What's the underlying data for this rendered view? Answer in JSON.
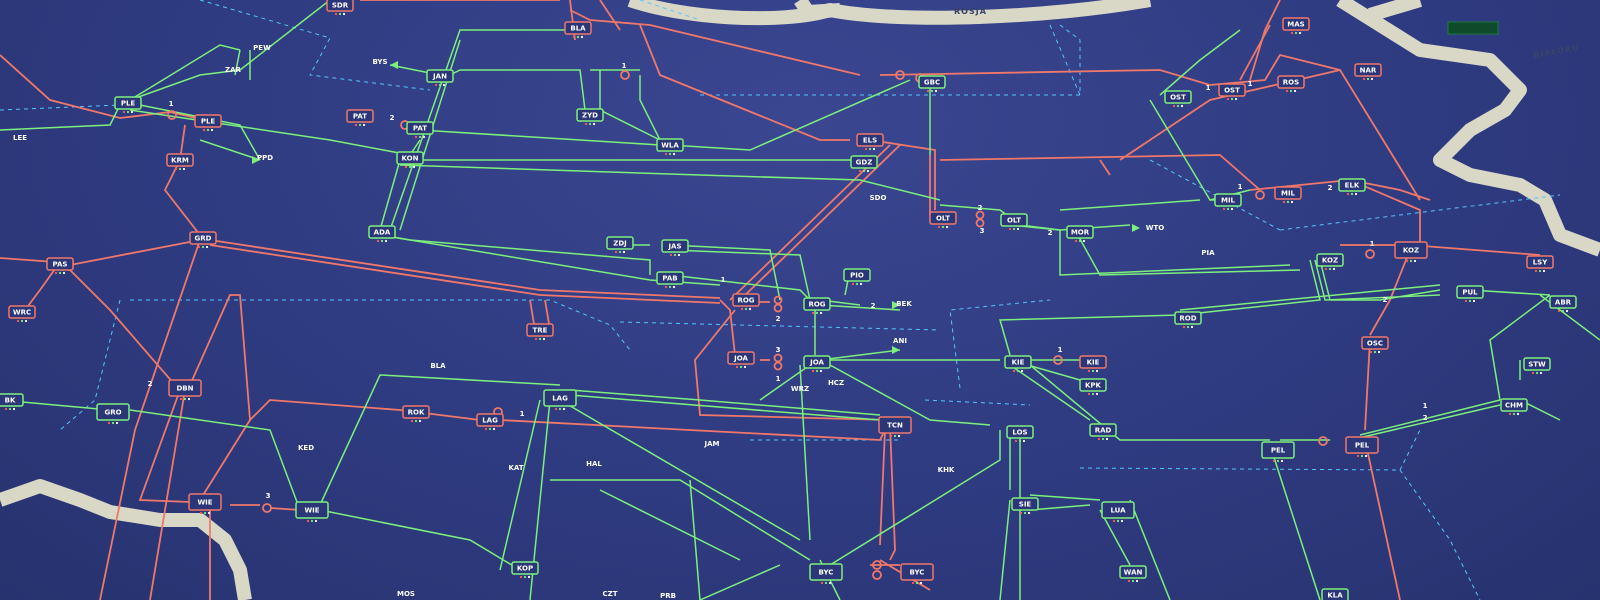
{
  "countries": {
    "russia": "ROSJA",
    "belarus": "BIAŁORU"
  },
  "colors": {
    "line_400kv": "#f0786a",
    "line_220kv": "#7cf07c",
    "dashed": "#4fc8ff",
    "border": "#d9d7c6",
    "background": "#2f3b80"
  },
  "substations": [
    {
      "id": "sdr",
      "label": "SDR",
      "color": "red"
    },
    {
      "id": "ple-w",
      "label": "PLE",
      "color": "grn"
    },
    {
      "id": "ple-e",
      "label": "PLE",
      "color": "red"
    },
    {
      "id": "krm",
      "label": "KRM",
      "color": "red"
    },
    {
      "id": "grd",
      "label": "GRD",
      "color": "red"
    },
    {
      "id": "pas",
      "label": "PAS",
      "color": "red"
    },
    {
      "id": "wrc",
      "label": "WRC",
      "color": "red"
    },
    {
      "id": "dbn",
      "label": "DBN",
      "color": "red"
    },
    {
      "id": "gro",
      "label": "GRO",
      "color": "grn"
    },
    {
      "id": "wie-w",
      "label": "WIE",
      "color": "red"
    },
    {
      "id": "wie-e",
      "label": "WIE",
      "color": "grn"
    },
    {
      "id": "kop",
      "label": "KOP",
      "color": "grn"
    },
    {
      "id": "rok",
      "label": "ROK",
      "color": "red"
    },
    {
      "id": "lag-w",
      "label": "LAG",
      "color": "red"
    },
    {
      "id": "lag-e",
      "label": "LAG",
      "color": "grn"
    },
    {
      "id": "tre",
      "label": "TRE",
      "color": "red"
    },
    {
      "id": "ada",
      "label": "ADA",
      "color": "grn"
    },
    {
      "id": "pat",
      "label": "PAT",
      "color": "red"
    },
    {
      "id": "pat2",
      "label": "PAT",
      "color": "grn"
    },
    {
      "id": "kon",
      "label": "KON",
      "color": "grn"
    },
    {
      "id": "jas",
      "label": "JAS",
      "color": "grn"
    },
    {
      "id": "zdj",
      "label": "ZDJ",
      "color": "grn"
    },
    {
      "id": "jan",
      "label": "JAN",
      "color": "grn"
    },
    {
      "id": "pab",
      "label": "PAB",
      "color": "grn"
    },
    {
      "id": "roq-w",
      "label": "ROG",
      "color": "red"
    },
    {
      "id": "roq-e",
      "label": "ROG",
      "color": "grn"
    },
    {
      "id": "joa-w",
      "label": "JOA",
      "color": "red"
    },
    {
      "id": "joa-e",
      "label": "JOA",
      "color": "grn"
    },
    {
      "id": "pio",
      "label": "PIO",
      "color": "grn"
    },
    {
      "id": "tcn",
      "label": "TCN",
      "color": "red"
    },
    {
      "id": "byc-w",
      "label": "BYC",
      "color": "grn"
    },
    {
      "id": "byc-e",
      "label": "BYC",
      "color": "red"
    },
    {
      "id": "olt-w",
      "label": "OLT",
      "color": "red"
    },
    {
      "id": "olt-e",
      "label": "OLT",
      "color": "grn"
    },
    {
      "id": "mor",
      "label": "MOR",
      "color": "grn"
    },
    {
      "id": "els",
      "label": "ELS",
      "color": "red"
    },
    {
      "id": "gdz",
      "label": "GDZ",
      "color": "grn"
    },
    {
      "id": "gbc",
      "label": "GBC",
      "color": "grn"
    },
    {
      "id": "wla",
      "label": "WLA",
      "color": "grn"
    },
    {
      "id": "zyd",
      "label": "ZYD",
      "color": "grn"
    },
    {
      "id": "bla",
      "label": "BLA",
      "color": "red"
    },
    {
      "id": "mil-w",
      "label": "MIL",
      "color": "grn"
    },
    {
      "id": "mil-e",
      "label": "MIL",
      "color": "red"
    },
    {
      "id": "ost",
      "label": "OST",
      "color": "grn"
    },
    {
      "id": "ost2",
      "label": "OST",
      "color": "red"
    },
    {
      "id": "ros",
      "label": "ROS",
      "color": "red"
    },
    {
      "id": "nar",
      "label": "NAR",
      "color": "red"
    },
    {
      "id": "elk",
      "label": "ELK",
      "color": "grn"
    },
    {
      "id": "mas",
      "label": "MAS",
      "color": "red"
    },
    {
      "id": "koz-w",
      "label": "KOZ",
      "color": "grn"
    },
    {
      "id": "koz-e",
      "label": "KOZ",
      "color": "red"
    },
    {
      "id": "lsy",
      "label": "LSY",
      "color": "red"
    },
    {
      "id": "pul",
      "label": "PUL",
      "color": "grn"
    },
    {
      "id": "abr",
      "label": "ABR",
      "color": "grn"
    },
    {
      "id": "stw",
      "label": "STW",
      "color": "grn"
    },
    {
      "id": "chm",
      "label": "CHM",
      "color": "grn"
    },
    {
      "id": "osc",
      "label": "OSC",
      "color": "red"
    },
    {
      "id": "rod",
      "label": "ROD",
      "color": "grn"
    },
    {
      "id": "kie-w",
      "label": "KIE",
      "color": "grn"
    },
    {
      "id": "kie-e",
      "label": "KIE",
      "color": "red"
    },
    {
      "id": "kpk",
      "label": "KPK",
      "color": "grn"
    },
    {
      "id": "rad",
      "label": "RAD",
      "color": "grn"
    },
    {
      "id": "los",
      "label": "LOS",
      "color": "grn"
    },
    {
      "id": "sie",
      "label": "SIE",
      "color": "grn"
    },
    {
      "id": "lua",
      "label": "LUA",
      "color": "grn"
    },
    {
      "id": "wan",
      "label": "WAN",
      "color": "grn"
    },
    {
      "id": "pel-w",
      "label": "PEL",
      "color": "grn"
    },
    {
      "id": "pel-e",
      "label": "PEL",
      "color": "red"
    },
    {
      "id": "kla",
      "label": "KLA",
      "color": "grn"
    },
    {
      "id": "sbk",
      "label": "BK",
      "color": "grn"
    }
  ],
  "places": [
    {
      "id": "bla-town",
      "label": "BLA"
    },
    {
      "id": "ked",
      "label": "KED"
    },
    {
      "id": "kat",
      "label": "KAT"
    },
    {
      "id": "hal",
      "label": "HAL"
    },
    {
      "id": "jam",
      "label": "JAM"
    },
    {
      "id": "khk",
      "label": "KHK"
    },
    {
      "id": "wrz",
      "label": "WRZ"
    },
    {
      "id": "hcz",
      "label": "HCZ"
    },
    {
      "id": "ani",
      "label": "ANI"
    },
    {
      "id": "bek",
      "label": "BEK"
    },
    {
      "id": "pia",
      "label": "PIA"
    },
    {
      "id": "wto",
      "label": "WTO"
    },
    {
      "id": "mos",
      "label": "MOS"
    },
    {
      "id": "czt",
      "label": "CZT"
    },
    {
      "id": "prb",
      "label": "PRB"
    },
    {
      "id": "ppd",
      "label": "PPD"
    },
    {
      "id": "pew",
      "label": "PEW"
    },
    {
      "id": "zar",
      "label": "ZAR"
    },
    {
      "id": "lee",
      "label": "LEE"
    },
    {
      "id": "bys",
      "label": "BYS"
    },
    {
      "id": "sdo",
      "label": "SDO"
    }
  ],
  "line_counts": [
    "1",
    "2",
    "3",
    "1",
    "2",
    "1",
    "2",
    "3",
    "1",
    "2",
    "1",
    "2",
    "3",
    "2",
    "1",
    "1",
    "1",
    "2",
    "1",
    "2",
    "1",
    "2",
    "1"
  ]
}
